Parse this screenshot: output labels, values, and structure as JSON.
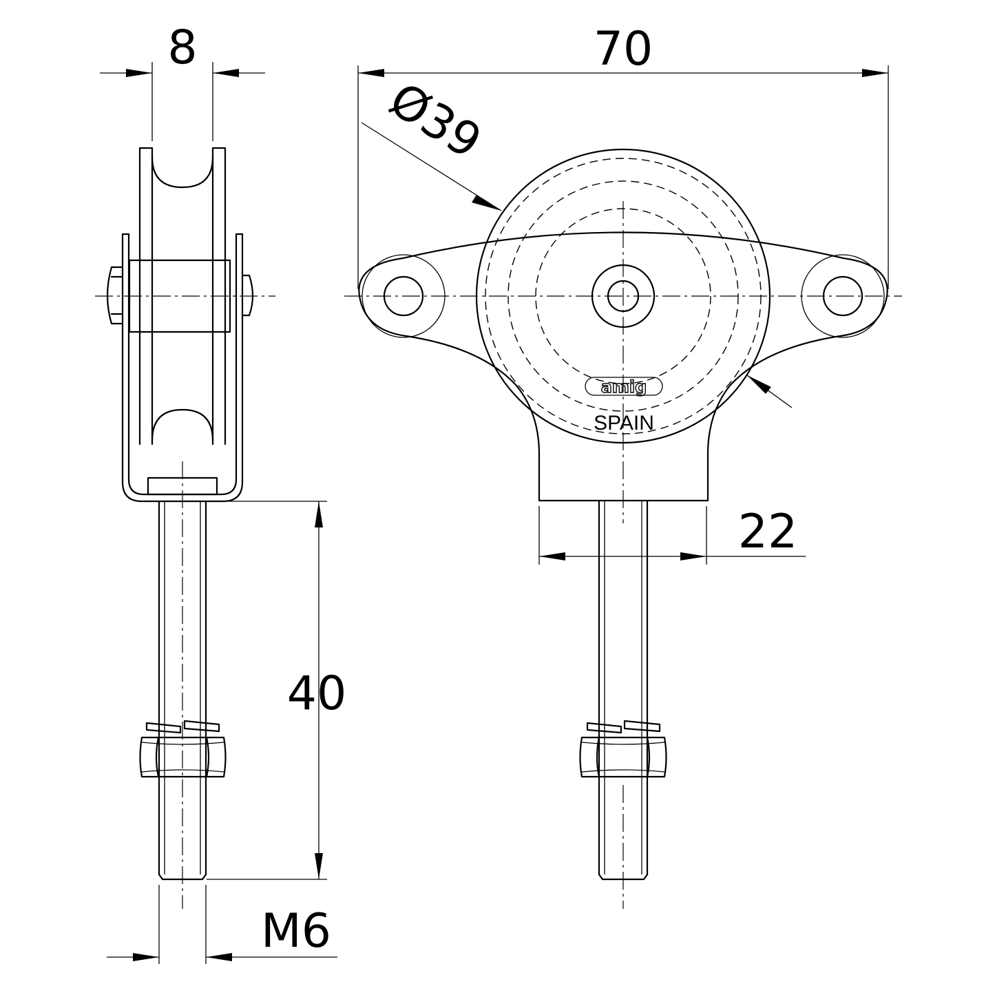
{
  "dimensions": {
    "wheel_width": "8",
    "overall_width": "70",
    "wheel_diameter": "Ø39",
    "bracket_width": "22",
    "bolt_length": "40",
    "thread": "M6"
  },
  "marking": {
    "logo": "amig",
    "origin": "SPAIN"
  }
}
